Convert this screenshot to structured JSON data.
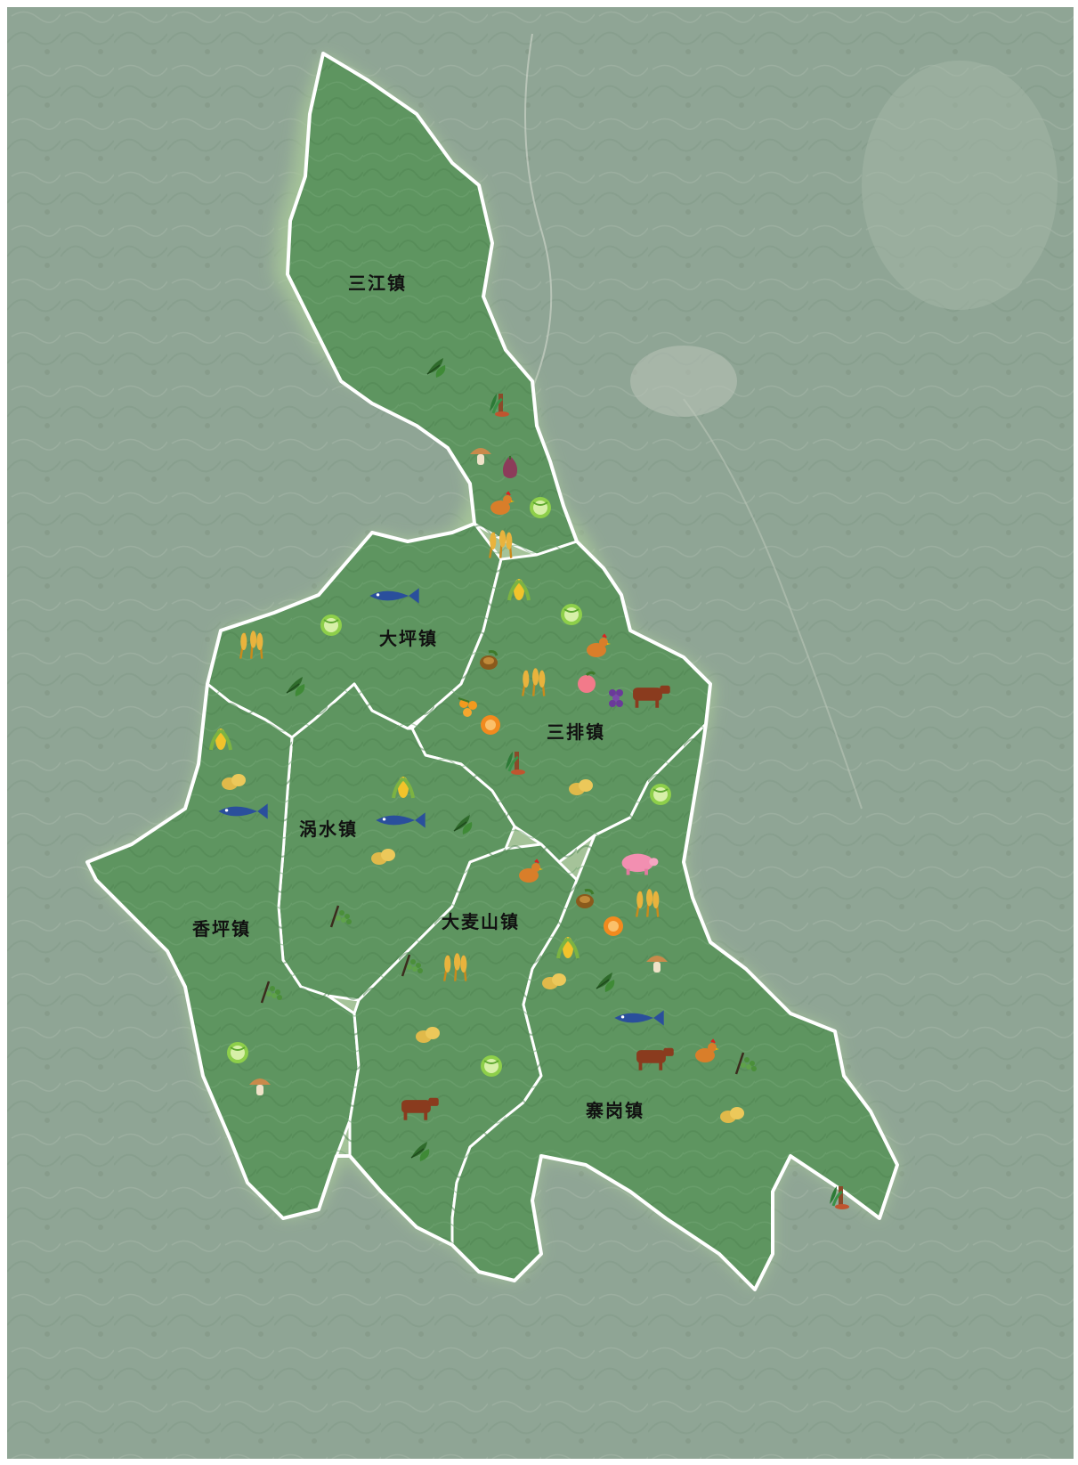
{
  "colors": {
    "satellite": "#8fa595",
    "county_fill": "#5e9560",
    "county_halo": "#a9c99a",
    "border": "#ffffff"
  },
  "towns": [
    {
      "id": "sanjiang",
      "name": "三江镇",
      "products": [
        "tea-leaf-icon",
        "herb-icon",
        "mushroom-icon",
        "fig-icon",
        "chicken-icon",
        "cabbage-icon",
        "grain-icon"
      ]
    },
    {
      "id": "daping",
      "name": "大坪镇",
      "products": [
        "fish-icon",
        "cabbage-icon",
        "grain-icon",
        "tea-leaf-icon"
      ]
    },
    {
      "id": "sanpai",
      "name": "三排镇",
      "products": [
        "corn-icon",
        "cabbage-icon",
        "chicken-icon",
        "chestnut-icon",
        "grain-icon",
        "peach-icon",
        "grape-icon",
        "cow-icon",
        "kumquat-icon",
        "orange-icon",
        "herb-icon",
        "potato-icon"
      ]
    },
    {
      "id": "woshui",
      "name": "涡水镇",
      "products": [
        "corn-icon",
        "fish-icon",
        "tea-leaf-icon",
        "potato-icon",
        "berry-branch-icon"
      ]
    },
    {
      "id": "xiangping",
      "name": "香坪镇",
      "products": [
        "corn-icon",
        "potato-icon",
        "fish-icon",
        "berry-branch-icon",
        "cabbage-icon",
        "mushroom-icon"
      ]
    },
    {
      "id": "damaishan",
      "name": "大麦山镇",
      "products": [
        "chicken-icon",
        "berry-branch-icon",
        "grain-icon",
        "potato-icon",
        "cabbage-icon",
        "cow-icon",
        "tea-leaf-icon"
      ]
    },
    {
      "id": "zhaigang",
      "name": "寨岗镇",
      "products": [
        "cabbage-icon",
        "pig-icon",
        "grain-icon",
        "chestnut-icon",
        "orange-icon",
        "corn-icon",
        "mushroom-icon",
        "potato-icon",
        "tea-leaf-icon",
        "fish-icon",
        "cow-icon",
        "chicken-icon",
        "berry-branch-icon",
        "potato-icon",
        "herb-icon"
      ]
    }
  ]
}
